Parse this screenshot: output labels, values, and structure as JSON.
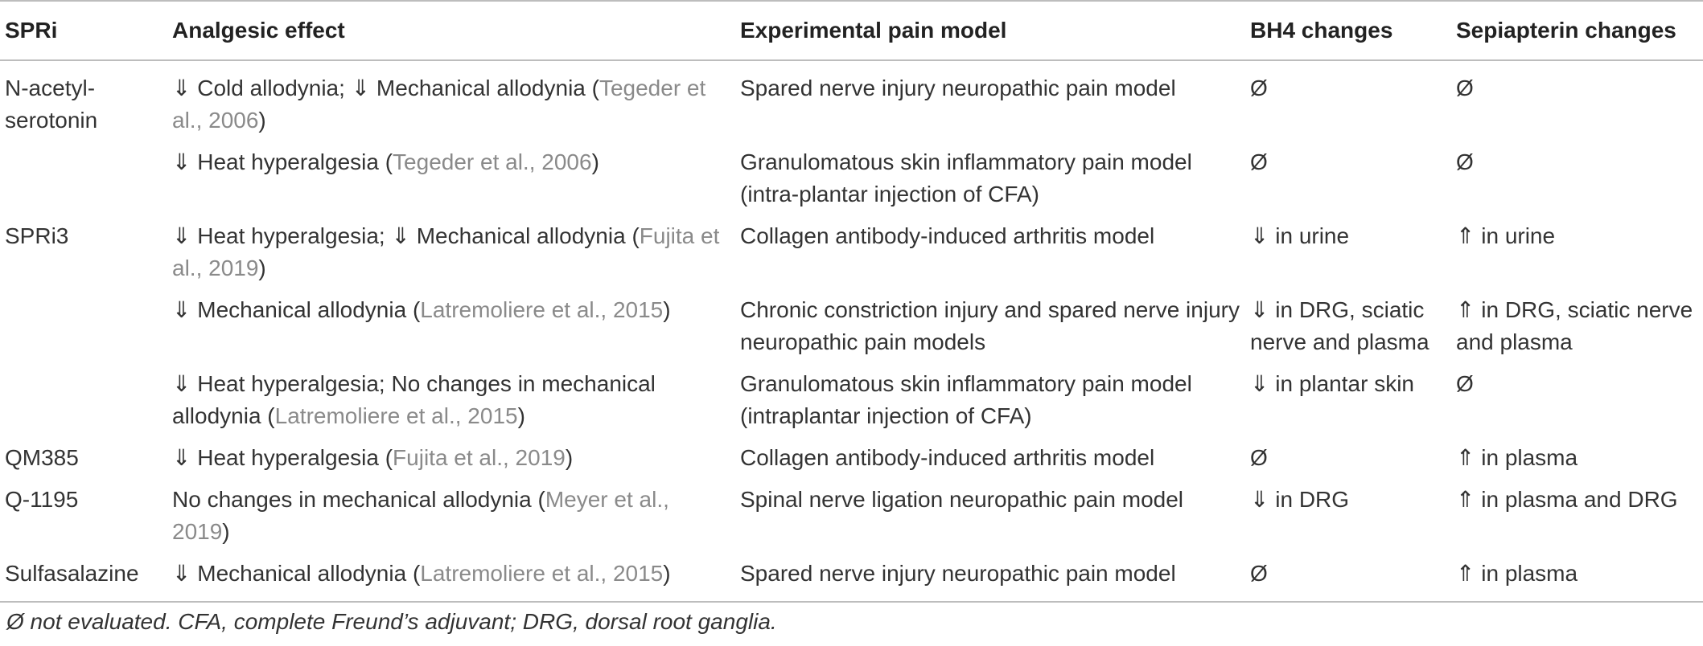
{
  "table": {
    "headers": [
      "SPRi",
      "Analgesic effect",
      "Experimental pain model",
      "BH4 changes",
      "Sepiapterin changes"
    ],
    "rows": [
      {
        "spri": "N-acetyl-serotonin",
        "effect_text": "⇓ Cold allodynia; ⇓ Mechanical allodynia (",
        "effect_ref": "Tegeder et al., 2006",
        "effect_tail": ")",
        "model": "Spared nerve injury neuropathic pain model",
        "bh4": "Ø",
        "sep": "Ø"
      },
      {
        "spri": "",
        "effect_text": "⇓ Heat hyperalgesia (",
        "effect_ref": "Tegeder et al., 2006",
        "effect_tail": ")",
        "model": "Granulomatous skin inflammatory pain model (intra-plantar injection of CFA)",
        "bh4": "Ø",
        "sep": "Ø"
      },
      {
        "spri": "SPRi3",
        "effect_text": "⇓ Heat hyperalgesia; ⇓ Mechanical allodynia (",
        "effect_ref": "Fujita et al., 2019",
        "effect_tail": ")",
        "model": "Collagen antibody-induced arthritis model",
        "bh4": "⇓ in urine",
        "sep": "⇑ in urine"
      },
      {
        "spri": "",
        "effect_text": "⇓ Mechanical allodynia (",
        "effect_ref": "Latremoliere et al., 2015",
        "effect_tail": ")",
        "model": "Chronic constriction injury and spared nerve injury neuropathic pain models",
        "bh4": "⇓ in DRG, sciatic nerve and plasma",
        "sep": "⇑ in DRG, sciatic nerve and plasma"
      },
      {
        "spri": "",
        "effect_text": "⇓ Heat hyperalgesia; No changes in mechanical allodynia (",
        "effect_ref": "Latremoliere et al., 2015",
        "effect_tail": ")",
        "model": "Granulomatous skin inflammatory pain model (intraplantar injection of CFA)",
        "bh4": "⇓ in plantar skin",
        "sep": "Ø"
      },
      {
        "spri": "QM385",
        "effect_text": "⇓ Heat hyperalgesia (",
        "effect_ref": "Fujita et al., 2019",
        "effect_tail": ")",
        "model": "Collagen antibody-induced arthritis model",
        "bh4": "Ø",
        "sep": "⇑ in plasma"
      },
      {
        "spri": "Q-1195",
        "effect_text": "No changes in mechanical allodynia (",
        "effect_ref": "Meyer et al., 2019",
        "effect_tail": ")",
        "model": "Spinal nerve ligation neuropathic pain model",
        "bh4": "⇓ in DRG",
        "sep": "⇑ in plasma and DRG"
      },
      {
        "spri": "Sulfasalazine",
        "effect_text": "⇓ Mechanical allodynia (",
        "effect_ref": "Latremoliere et al., 2015",
        "effect_tail": ")",
        "model": "Spared nerve injury neuropathic pain model",
        "bh4": "Ø",
        "sep": "⇑ in plasma"
      }
    ]
  },
  "footnote": "Ø not evaluated. CFA, complete Freund’s adjuvant; DRG, dorsal root ganglia.",
  "colors": {
    "text": "#333333",
    "reference": "#8a8a8a",
    "rule": "#bdbdbd"
  }
}
